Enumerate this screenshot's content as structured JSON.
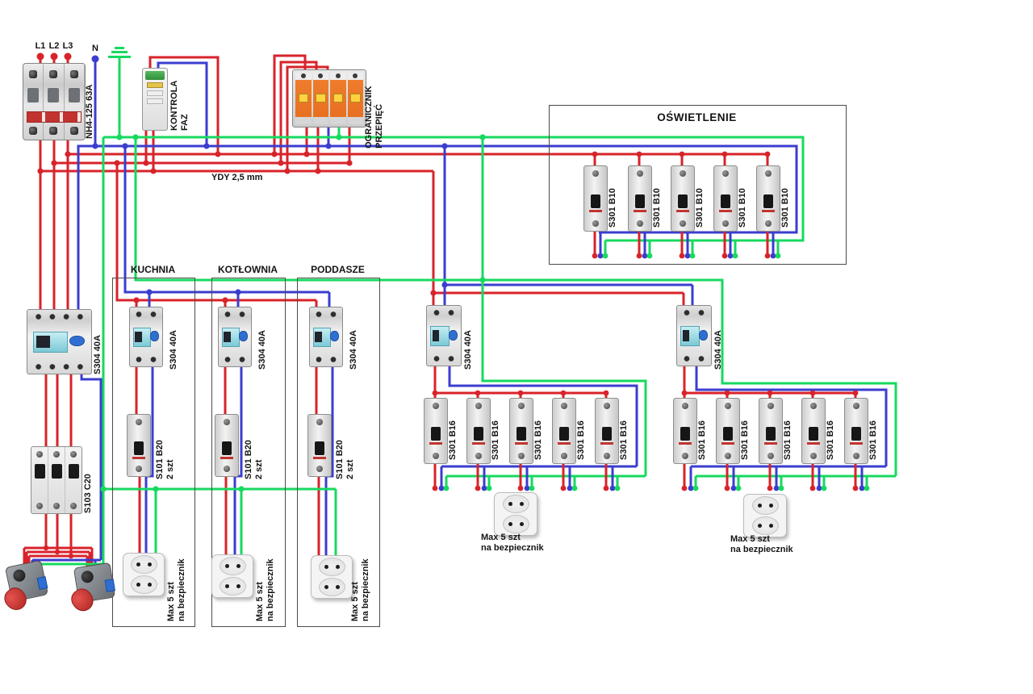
{
  "colors": {
    "phase_wire": "#d8232a",
    "neutral_wire": "#3b3dcf",
    "earth_wire": "#17d95f",
    "spd_orange": "#ee7d2c",
    "rcd_teal": "#7cc9d6",
    "test_button_blue": "#2f6fd2"
  },
  "top": {
    "phases": [
      "L1",
      "L2",
      "L3"
    ],
    "neutral": "N",
    "main_switch": "NH4-125 63A",
    "phase_control": "KONTROLA\nFAZ",
    "surge_protector": "OGRANICZNIK\nPRZEPIĘĆ",
    "cable": "YDY 2,5 mm"
  },
  "left_column": {
    "rcd": "S304 40A",
    "breaker": "S103 C20"
  },
  "lighting": {
    "title": "OŚWIETLENIE",
    "breakers": [
      "S301 B10",
      "S301 B10",
      "S301 B10",
      "S301 B10",
      "S301 B10"
    ]
  },
  "rooms": [
    {
      "title": "KUCHNIA",
      "rcd": "S304 40A",
      "breaker": "S101 B20\n2 szt",
      "socket_note": "Max 5 szt\nna bezpiecznik"
    },
    {
      "title": "KOTŁOWNIA",
      "rcd": "S304 40A",
      "breaker": "S101 B20\n2 szt",
      "socket_note": "Max 5 szt\nna bezpiecznik"
    },
    {
      "title": "PODDASZE",
      "rcd": "S304 40A",
      "breaker": "S101 B20\n2 szt",
      "socket_note": "Max 5 szt\nna bezpiecznik"
    }
  ],
  "socket_groups": [
    {
      "rcd": "S304 40A",
      "breakers": [
        "S301 B16",
        "S301 B16",
        "S301 B16",
        "S301 B16",
        "S301 B16"
      ],
      "socket_note": "Max 5 szt\nna bezpiecznik"
    },
    {
      "rcd": "S304 40A",
      "breakers": [
        "S301 B16",
        "S301 B16",
        "S301 B16",
        "S301 B16",
        "S301 B16"
      ],
      "socket_note": "Max 5 szt\nna bezpiecznik"
    }
  ]
}
